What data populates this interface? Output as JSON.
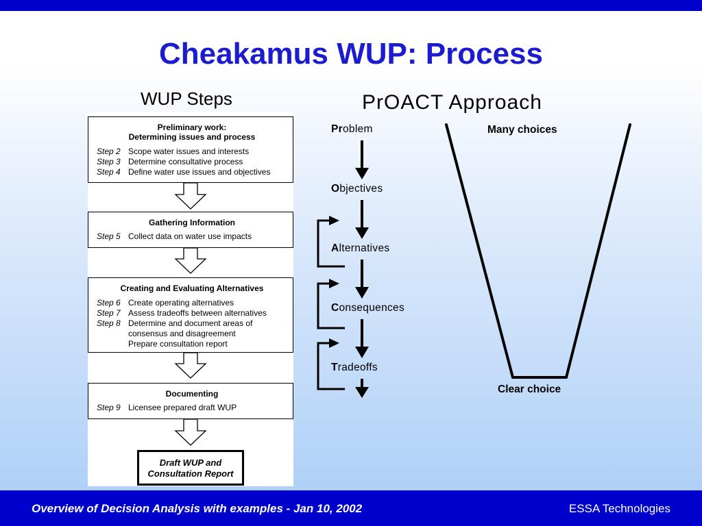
{
  "slide": {
    "title": "Cheakamus WUP: Process",
    "steps_heading": "WUP Steps",
    "proact_heading": "PrOACT Approach"
  },
  "wup_steps": {
    "boxes": [
      {
        "title_lines": [
          "Preliminary work:",
          "Determining issues and process"
        ],
        "steps": [
          {
            "label": "Step 2",
            "text": "Scope water issues and interests"
          },
          {
            "label": "Step 3",
            "text": "Determine consultative process"
          },
          {
            "label": "Step 4",
            "text": "Define water use issues and objectives"
          }
        ]
      },
      {
        "title_lines": [
          "Gathering Information"
        ],
        "steps": [
          {
            "label": "Step 5",
            "text": "Collect data on water use impacts"
          }
        ]
      },
      {
        "title_lines": [
          "Creating and Evaluating Alternatives"
        ],
        "steps": [
          {
            "label": "Step 6",
            "text": "Create operating alternatives"
          },
          {
            "label": "Step 7",
            "text": "Assess tradeoffs between alternatives"
          },
          {
            "label": "Step 8",
            "text": "Determine and document areas of"
          },
          {
            "label": "",
            "text": "consensus and disagreement"
          },
          {
            "label": "",
            "text": "Prepare consultation report"
          }
        ]
      },
      {
        "title_lines": [
          "Documenting"
        ],
        "steps": [
          {
            "label": "Step 9",
            "text": "Licensee prepared draft WUP"
          }
        ]
      }
    ],
    "final_lines": [
      "Draft WUP and",
      "Consultation Report"
    ]
  },
  "proact": {
    "steps": [
      {
        "bold": "Pr",
        "rest": "oblem"
      },
      {
        "bold": "O",
        "rest": "bjectives"
      },
      {
        "bold": "A",
        "rest": "lternatives"
      },
      {
        "bold": "C",
        "rest": "onsequences"
      },
      {
        "bold": "T",
        "rest": "radeoffs"
      }
    ],
    "funnel_top_label": "Many choices",
    "funnel_bottom_label": "Clear choice"
  },
  "footer": {
    "left": "Overview of Decision Analysis with examples - Jan 10, 2002",
    "right": "ESSA Technologies"
  },
  "colors": {
    "title": "#1b1bd0",
    "bars": "#0000cc"
  }
}
